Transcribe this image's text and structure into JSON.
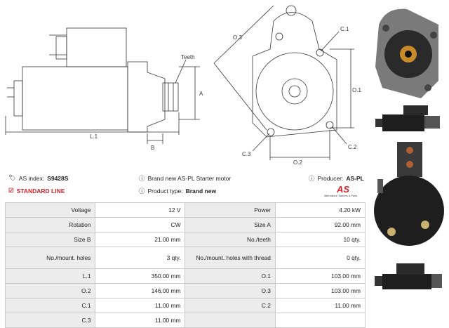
{
  "diagram": {
    "labels": {
      "teeth": "Teeth",
      "a": "A",
      "b": "B",
      "l1": "L.1",
      "o1": "O.1",
      "o2": "O.2",
      "o3": "O.3",
      "c1": "C.1",
      "c2": "C.2",
      "c3": "C.3"
    }
  },
  "info": {
    "as_index_label": "AS index:",
    "as_index_value": "S9428S",
    "standard_line": "STANDARD LINE",
    "brand_new_text": "Brand new AS-PL Starter motor",
    "product_type_label": "Product type:",
    "product_type_value": "Brand new",
    "producer_label": "Producer:",
    "producer_value": "AS-PL",
    "logo_text": "AS",
    "logo_tagline": "Alternators, Starters & Parts"
  },
  "specs": [
    {
      "label1": "Voltage",
      "value1": "12 V",
      "label2": "Power",
      "value2": "4.20 kW"
    },
    {
      "label1": "Rotation",
      "value1": "CW",
      "label2": "Size A",
      "value2": "92.00 mm"
    },
    {
      "label1": "Size B",
      "value1": "21.00 mm",
      "label2": "No./teeth",
      "value2": "10 qty."
    },
    {
      "label1": "No./mount. holes",
      "value1": "3 qty.",
      "label2": "No./mount. holes with thread",
      "value2": "0 qty."
    },
    {
      "label1": "L.1",
      "value1": "350.00 mm",
      "label2": "O.1",
      "value2": "103.00 mm"
    },
    {
      "label1": "O.2",
      "value1": "146.00 mm",
      "label2": "O.3",
      "value2": "103.00 mm"
    },
    {
      "label1": "C.1",
      "value1": "11.00 mm",
      "label2": "C.2",
      "value2": "11.00 mm"
    },
    {
      "label1": "C.3",
      "value1": "11.00 mm",
      "label2": "",
      "value2": ""
    }
  ],
  "colors": {
    "accent": "#d8232a",
    "label_bg": "#ececec",
    "border": "#c9c9c9"
  }
}
